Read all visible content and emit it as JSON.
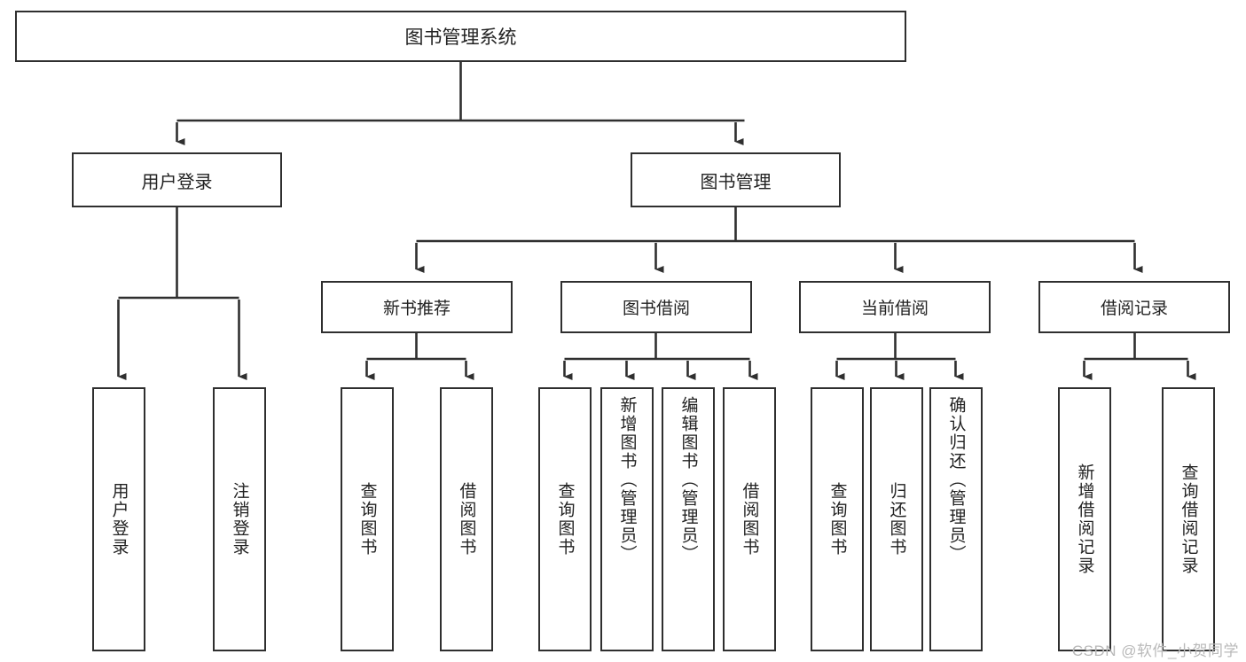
{
  "diagram": {
    "type": "tree",
    "title": "图书管理系统",
    "root": {
      "label": "图书管理系统"
    },
    "level2": [
      {
        "label": "用户登录"
      },
      {
        "label": "图书管理"
      }
    ],
    "level3": [
      {
        "label": "新书推荐"
      },
      {
        "label": "图书借阅"
      },
      {
        "label": "当前借阅"
      },
      {
        "label": "借阅记录"
      }
    ],
    "leaves": {
      "user_login": [
        {
          "label": "用户登录"
        },
        {
          "label": "注销登录"
        }
      ],
      "new_book_recommend": [
        {
          "label": "查询图书"
        },
        {
          "label": "借阅图书"
        }
      ],
      "book_borrow": [
        {
          "label": "查询图书"
        },
        {
          "label": "新增图书（管理员）"
        },
        {
          "label": "编辑图书（管理员）"
        },
        {
          "label": "借阅图书"
        }
      ],
      "current_borrow": [
        {
          "label": "查询图书"
        },
        {
          "label": "归还图书"
        },
        {
          "label": "确认归还（管理员）"
        }
      ],
      "borrow_record": [
        {
          "label": "新增借阅记录"
        },
        {
          "label": "查询借阅记录"
        }
      ]
    }
  },
  "watermark": {
    "text": "CSDN @软件_小贺同学"
  },
  "colors": {
    "border": "#2f2f2f",
    "text": "#222222",
    "background": "#ffffff",
    "watermark": "#b9b9b9"
  }
}
